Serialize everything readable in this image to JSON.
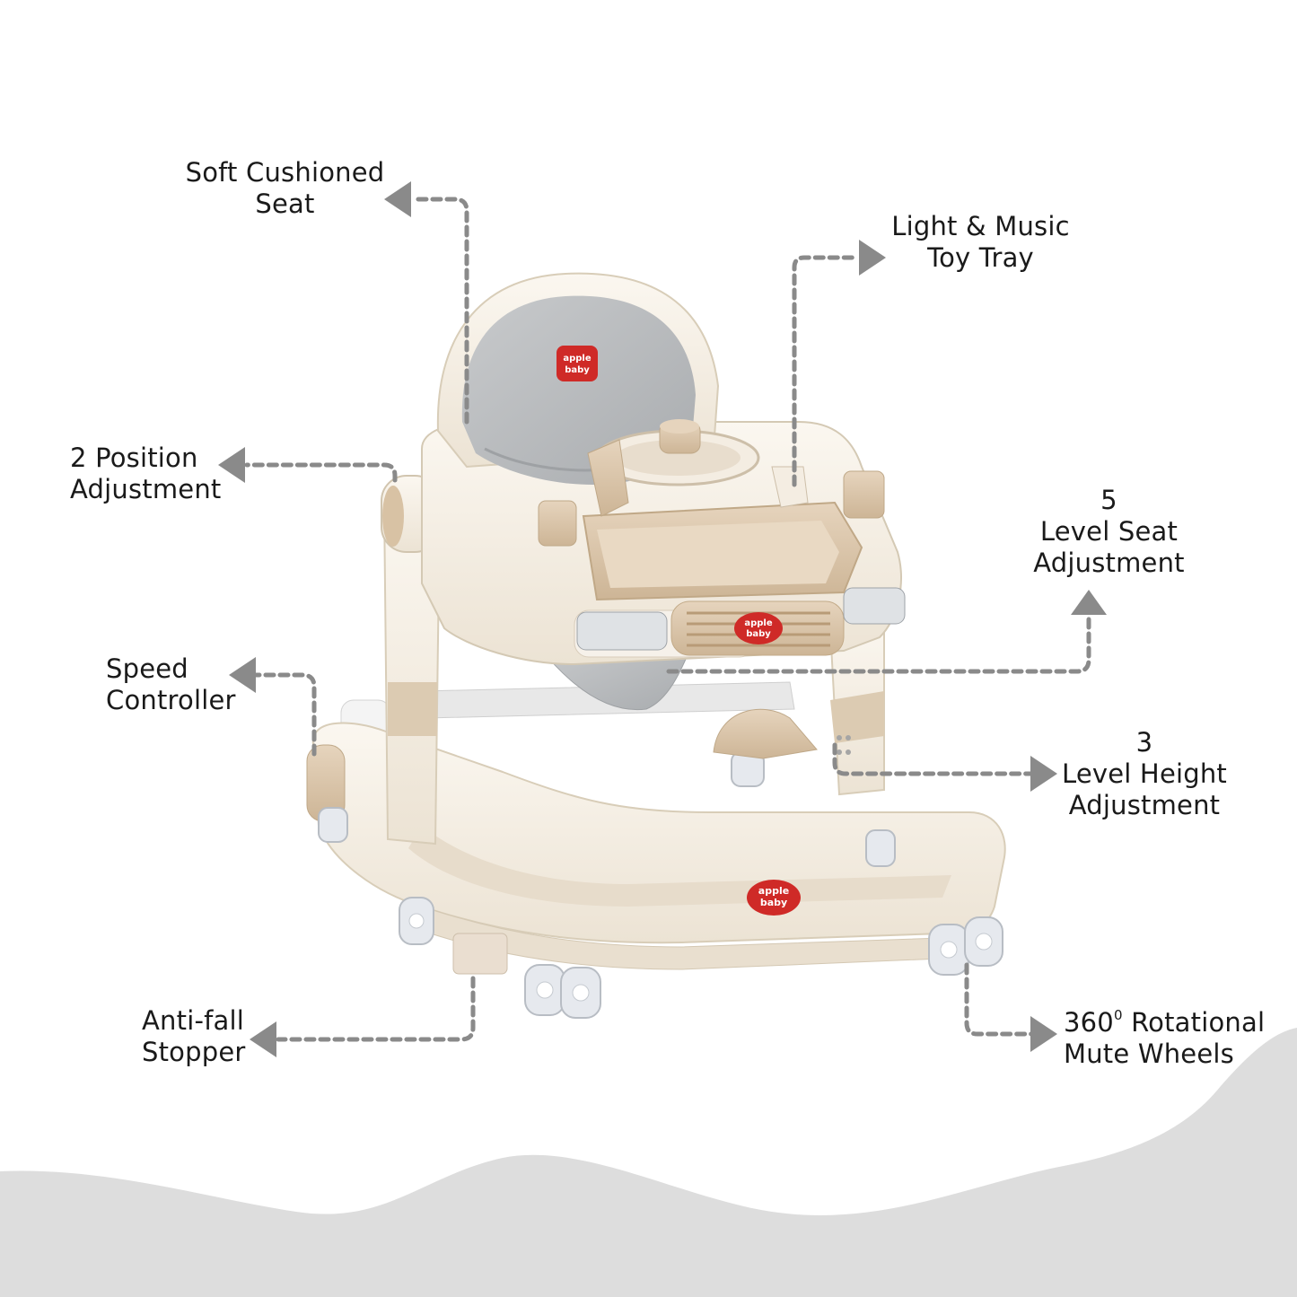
{
  "callouts": {
    "soft_cushioned_seat": {
      "line1": "Soft Cushioned",
      "line2": "Seat"
    },
    "light_music_toy_tray": {
      "line1": "Light & Music",
      "line2": "Toy Tray"
    },
    "two_position_adjustment": {
      "line1": "2 Position",
      "line2": "Adjustment"
    },
    "five_level_seat_adjustment": {
      "line1": "5",
      "line2": "Level Seat",
      "line3": "Adjustment"
    },
    "speed_controller": {
      "line1": "Speed",
      "line2": "Controller"
    },
    "three_level_height_adjustment": {
      "line1": "3",
      "line2": "Level Height",
      "line3": "Adjustment"
    },
    "anti_fall_stopper": {
      "line1": "Anti-fall",
      "line2": "Stopper"
    },
    "rotational_mute_wheels": {
      "line1_number": "360",
      "line1_superscript": "0",
      "line1_rest": " Rotational",
      "line2": "Mute Wheels"
    }
  },
  "product": {
    "brand_logo_text_line1": "apple",
    "brand_logo_text_line2": "baby"
  },
  "colors": {
    "callout_line": "#8a8a8a",
    "body_cream": "#f3ece0",
    "seat_fabric": "#b9bcbf",
    "accent_beige": "#d9c2a6",
    "logo_red": "#cf2a27",
    "wave_grey": "#dcdcdc"
  }
}
